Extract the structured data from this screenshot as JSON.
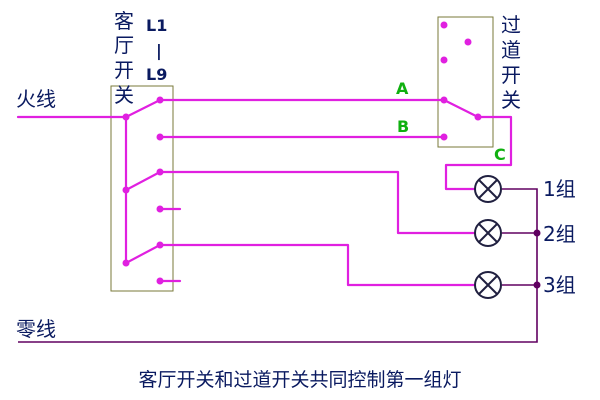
{
  "labels": {
    "living_switch": [
      "客",
      "厅",
      "开",
      "关"
    ],
    "range": [
      "L1",
      "|",
      "L9"
    ],
    "corridor_switch": [
      "过",
      "道",
      "开",
      "关"
    ],
    "live_wire": "火线",
    "neutral_wire": "零线",
    "wire_a": "A",
    "wire_b": "B",
    "wire_c": "C",
    "group1": "1组",
    "group2": "2组",
    "group3": "3组"
  },
  "caption": "客厅开关和过道开关共同控制第一组灯",
  "colors": {
    "wire": "#e020e0",
    "text": "#0a1a60",
    "wire_label": "#10b010",
    "dark_wire": "#600060"
  }
}
